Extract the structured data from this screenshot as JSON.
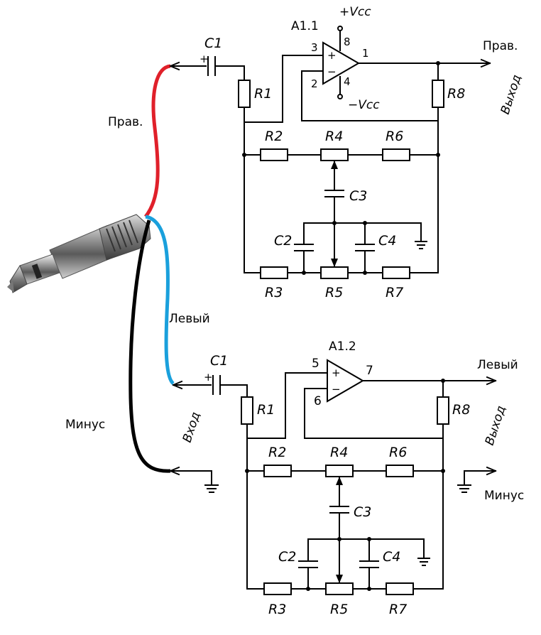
{
  "jack": {
    "wire_colors": {
      "right": "#e0202a",
      "left": "#1aa0dc",
      "ground": "#000000"
    }
  },
  "wire_labels": {
    "right": "Прав.",
    "left": "Левый",
    "minus": "Минус"
  },
  "input_label": "Вход",
  "top": {
    "opamp": "A1.1",
    "vcc_pos": "+Vcc",
    "vcc_neg": "−Vcc",
    "pins": {
      "noninv": "3",
      "inv": "2",
      "out": "1",
      "vpos": "8",
      "vneg": "4"
    },
    "output_label": "Прав.",
    "output_caption": "Выход",
    "components": {
      "C1": "C1",
      "R1": "R1",
      "R2": "R2",
      "R3": "R3",
      "R4": "R4",
      "R5": "R5",
      "R6": "R6",
      "R7": "R7",
      "R8": "R8",
      "C2": "C2",
      "C3": "C3",
      "C4": "C4"
    }
  },
  "bottom": {
    "opamp": "A1.2",
    "pins": {
      "noninv": "5",
      "inv": "6",
      "out": "7"
    },
    "output_label": "Левый",
    "output_caption": "Выход",
    "minus_label": "Минус",
    "components": {
      "C1": "C1",
      "R1": "R1",
      "R2": "R2",
      "R3": "R3",
      "R4": "R4",
      "R5": "R5",
      "R6": "R6",
      "R7": "R7",
      "R8": "R8",
      "C2": "C2",
      "C3": "C3",
      "C4": "C4"
    }
  }
}
